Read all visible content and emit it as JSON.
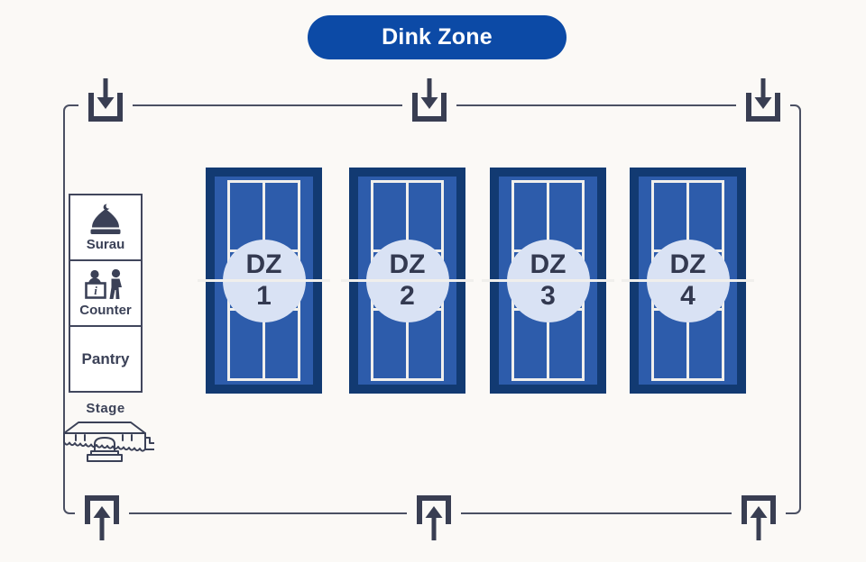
{
  "title": "Dink Zone",
  "colors": {
    "page_bg": "#fbf9f6",
    "title_pill_bg": "#0c4aa6",
    "title_text": "#ffffff",
    "outline": "#4b5063",
    "icon_slate": "#3b4157",
    "court_frame": "#123a72",
    "court_surface": "#2d5cab",
    "court_line": "#f0efec",
    "court_badge_bg": "#d9e2f4",
    "court_badge_text": "#333950"
  },
  "facilities": [
    {
      "label": "Surau",
      "icon": "mosque-icon"
    },
    {
      "label": "Counter",
      "icon": "info-counter-icon"
    },
    {
      "label": "Pantry",
      "icon": ""
    }
  ],
  "stage": {
    "label": "Stage",
    "icon": "stage-icon"
  },
  "courts": [
    {
      "name": "DZ",
      "number": "1"
    },
    {
      "name": "DZ",
      "number": "2"
    },
    {
      "name": "DZ",
      "number": "3"
    },
    {
      "name": "DZ",
      "number": "4"
    }
  ],
  "gates": {
    "top_entrances": 3,
    "bottom_exits": 3,
    "entrance_icon": "arrow-down-into-doorway",
    "exit_icon": "arrow-up-from-doorway"
  }
}
